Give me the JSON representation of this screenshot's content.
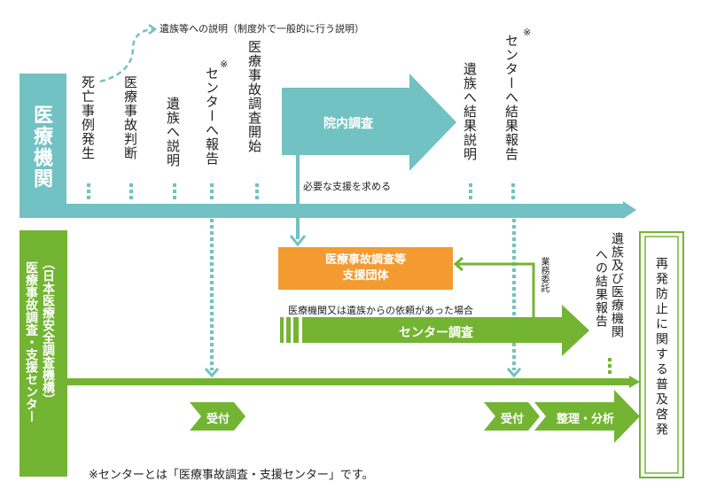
{
  "colors": {
    "teal": "#72c1c3",
    "green": "#73b433",
    "orange": "#f39a30",
    "text": "#222222",
    "white": "#ffffff"
  },
  "medical_institution": {
    "label": "医療機関",
    "steps": [
      {
        "label": "死亡事例発生"
      },
      {
        "label": "医療事故判断"
      },
      {
        "label": "遺族へ説明"
      },
      {
        "label": "センターへ報告",
        "note_mark": "※"
      },
      {
        "label": "医療事故調査開始"
      },
      {
        "label": "遺族へ結果説明"
      },
      {
        "label": "センターへ結果報告",
        "note_mark": "※"
      }
    ],
    "bereaved_note": "遺族等への説明（制度外で一般的に行う説明）",
    "internal_investigation": "院内調査",
    "request_support": "必要な支援を求める"
  },
  "center": {
    "label": "医療事故調査・支援センター",
    "sub_label": "（日本医療安全調査機構）",
    "support_org": "医療事故調査等\n支援団体",
    "support_org_line1": "医療事故調査等",
    "support_org_line2": "支援団体",
    "commission": "業務委託",
    "request_condition": "医療機関又は遺族からの依頼があった場合",
    "center_investigation": "センター調査",
    "result_report": "遺族及び医療機関への結果報告",
    "result_report_col1": "遺族及び医療機関",
    "result_report_col2": "への結果報告",
    "receipt_1": "受付",
    "receipt_2": "受付",
    "analysis": "整理・分析"
  },
  "prevention": "再発防止に関する普及啓発",
  "footnote": "※センターとは「医療事故調査・支援センター」です。"
}
